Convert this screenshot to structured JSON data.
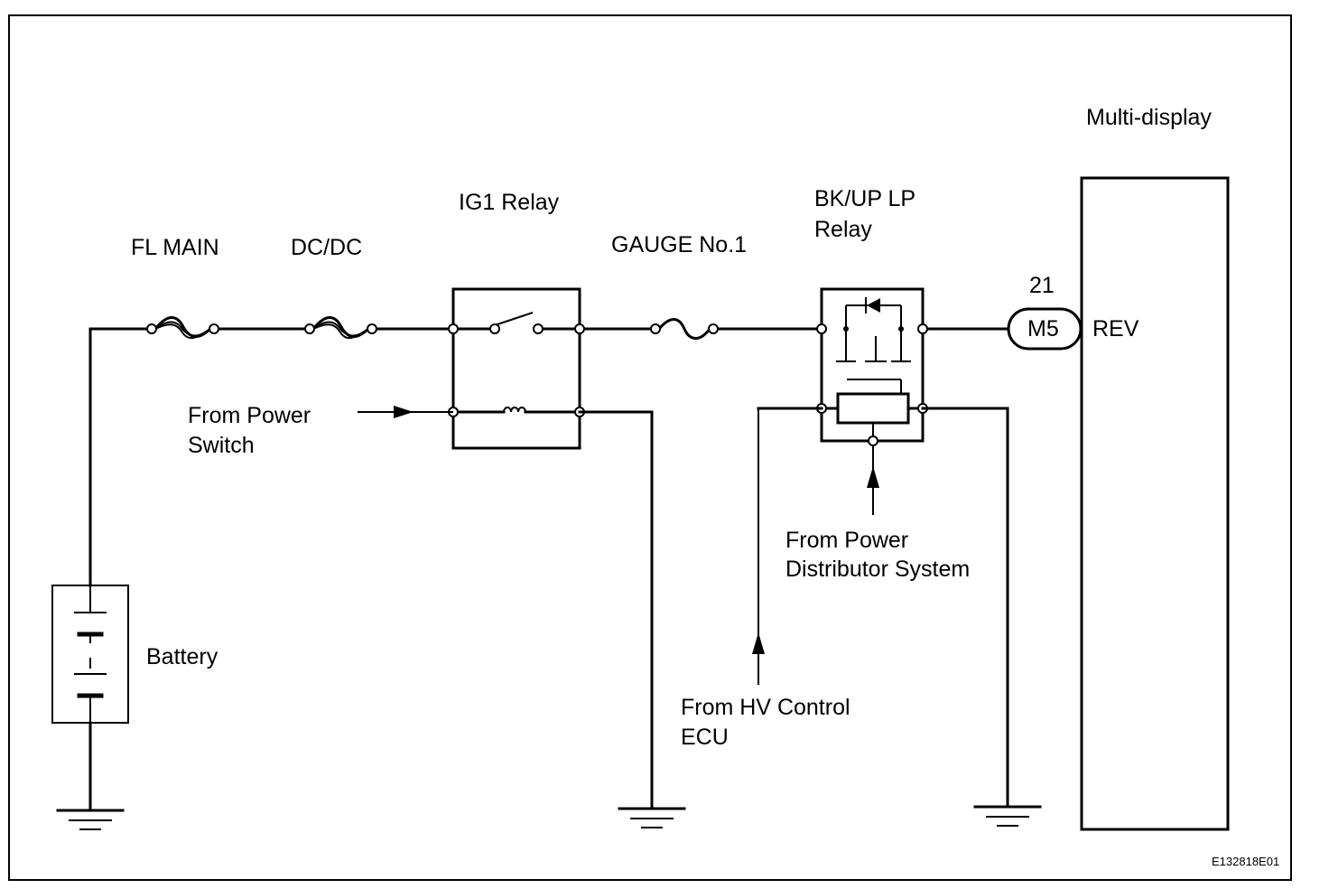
{
  "labels": {
    "multi_display": "Multi-display",
    "ig1_relay": "IG1 Relay",
    "bkup_relay_line1": "BK/UP LP",
    "bkup_relay_line2": "Relay",
    "fl_main": "FL MAIN",
    "dcdc": "DC/DC",
    "gauge": "GAUGE No.1",
    "pin_number": "21",
    "connector": "M5",
    "rev": "REV",
    "from_power_switch_line1": "From Power",
    "from_power_switch_line2": "Switch",
    "from_power_dist_line1": "From Power",
    "from_power_dist_line2": "Distributor System",
    "battery": "Battery",
    "from_hv_line1": "From HV Control",
    "from_hv_line2": "ECU",
    "figure_code": "E132818E01"
  }
}
